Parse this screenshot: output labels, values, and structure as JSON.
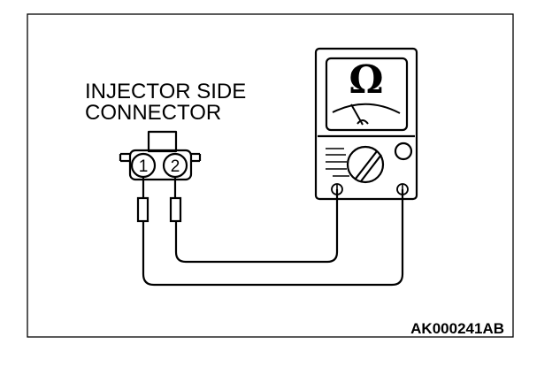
{
  "diagram": {
    "label_line1": "INJECTOR SIDE",
    "label_line2": "CONNECTOR",
    "pin_1": "1",
    "pin_2": "2",
    "meter_symbol": "Ω",
    "figure_code": "AK000241AB"
  },
  "icons": {
    "meter": "ohmmeter-icon",
    "connector": "connector-icon"
  }
}
